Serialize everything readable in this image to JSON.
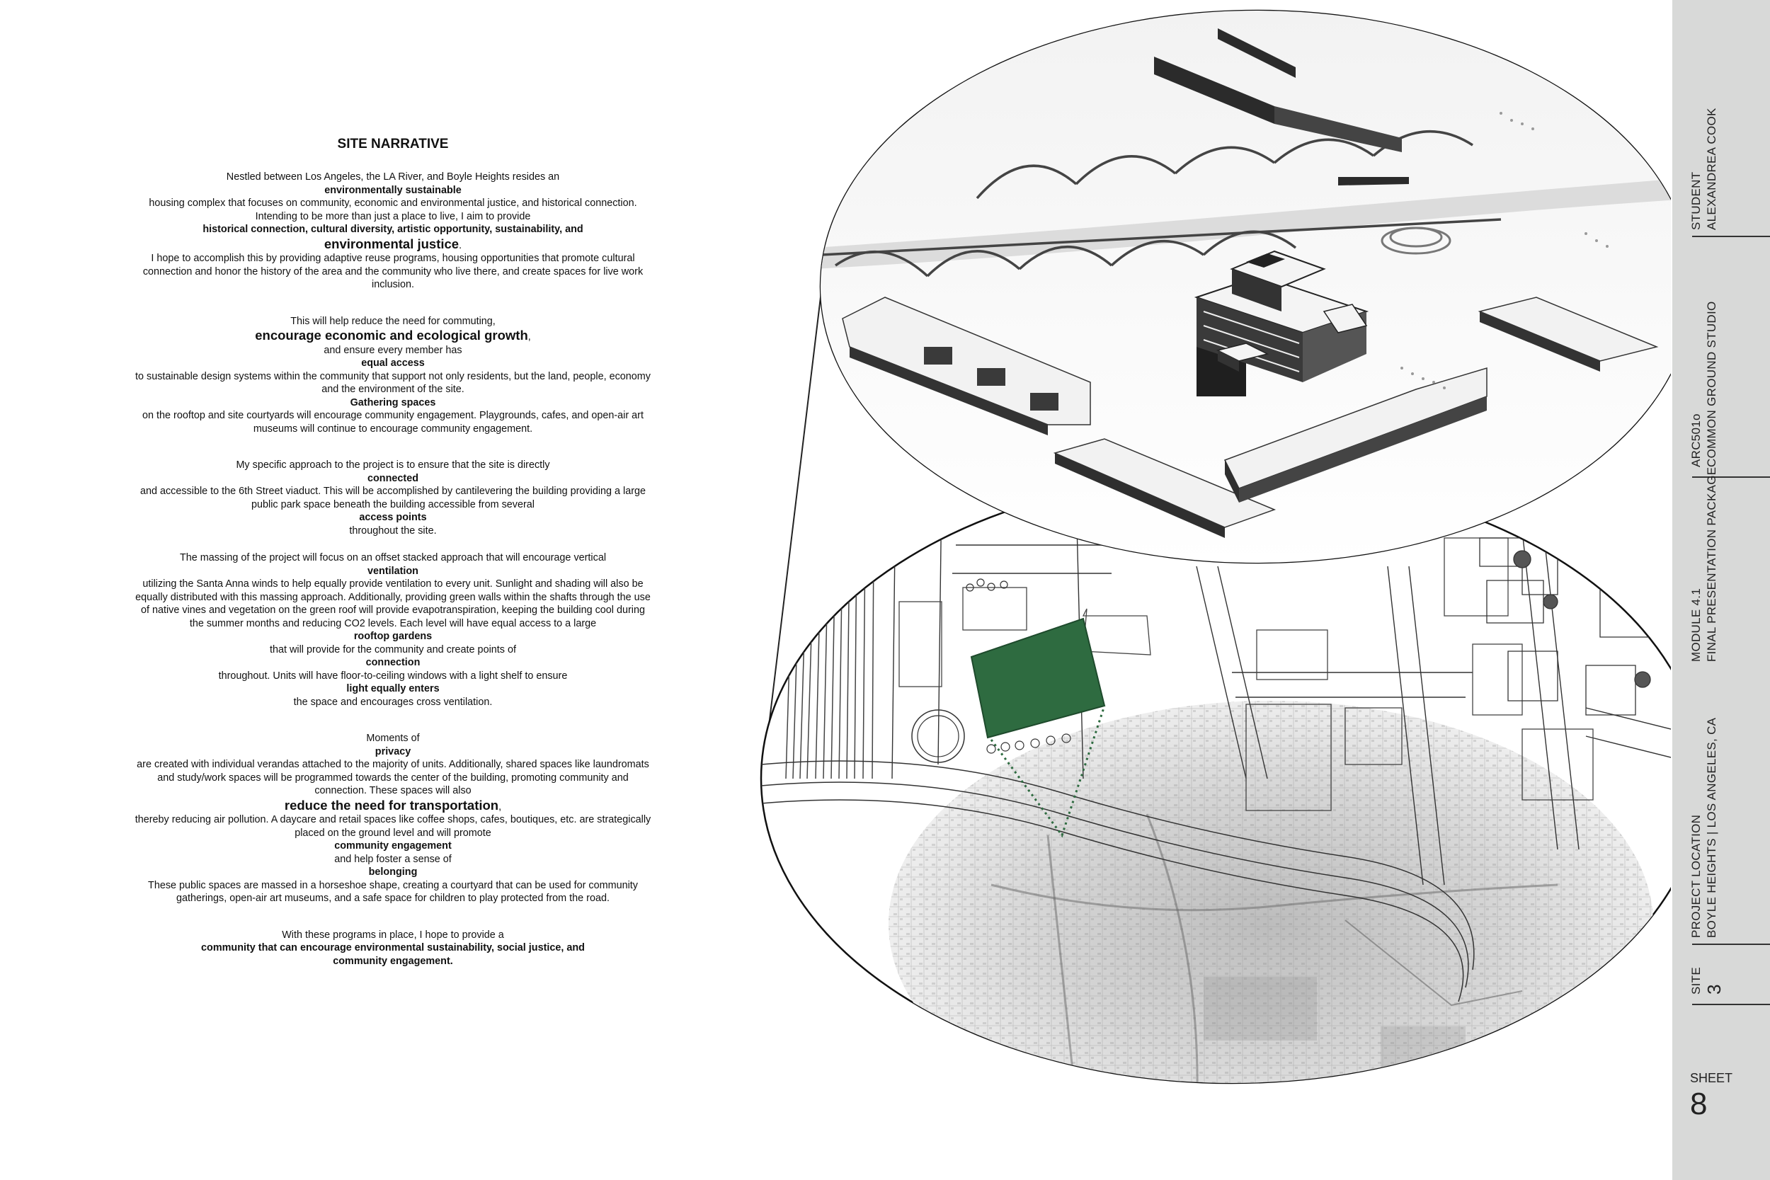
{
  "narrative": {
    "title": "SITE NARRATIVE",
    "p1": {
      "a": "Nestled between Los Angeles, the LA River, and Boyle Heights resides an",
      "b": "environmentally sustainable",
      "c": "housing complex that focuses on community, economic and environmental justice, and historical connection.",
      "d": "Intending to be more than just a place to live, I aim to provide",
      "e1": "historical connection, cultural diversity, artistic opportunity, sustainability, and",
      "e2": "environmental justice",
      "e3": ".",
      "f1": "I hope to accomplish this by providing adaptive reuse programs, housing opportunities that promote cultural",
      "f2": "connection and honor the history of the area and the community who live there, and create spaces for live work",
      "f3": "inclusion."
    },
    "p2": {
      "a": "This will help reduce the need for commuting,",
      "b": "encourage economic and ecological growth",
      "b2": ",",
      "c": "and ensure every member has",
      "d": "equal access",
      "e1": "to sustainable design systems within the community that support not only residents, but the land, people, economy",
      "e2": "and the environment of the site.",
      "f": "Gathering spaces",
      "g1": "on the rooftop and site courtyards will encourage community engagement. Playgrounds, cafes, and open-air art",
      "g2": "museums will continue to encourage community engagement."
    },
    "p3": {
      "a": "My specific approach to the project is to ensure that the site is directly",
      "b": "connected",
      "c1": "and accessible to the 6th Street viaduct. This will be accomplished by cantilevering the building providing a large",
      "c2": "public park space beneath the building accessible from several",
      "d": "access points",
      "e": "throughout the site."
    },
    "p4": {
      "a": "The massing of the project will focus on an offset stacked approach that will encourage vertical",
      "b": "ventilation",
      "c1": "utilizing the Santa Anna winds to help equally provide ventilation to every unit. Sunlight and shading will also be",
      "c2": "equally distributed with this massing approach. Additionally, providing green walls within the shafts through the use",
      "c3": "of native vines and vegetation on the green roof will provide evapotranspiration, keeping the building cool during",
      "c4": "the summer months and reducing CO2 levels. Each level will have equal access to a large",
      "d": "rooftop gardens",
      "e": "that will provide for the community and create points of",
      "f": "connection",
      "g": "throughout. Units will have floor-to-ceiling windows with a light shelf to ensure",
      "h": "light equally enters",
      "i": "the space and encourages cross ventilation."
    },
    "p5": {
      "a": "Moments of",
      "b": "privacy",
      "c1": "are created with individual verandas attached to the majority of units. Additionally, shared spaces like laundromats",
      "c2": "and study/work spaces will be programmed towards the center of the building, promoting community and",
      "c3": "connection. These spaces will also",
      "d": "reduce the need for transportation",
      "d2": ",",
      "e1": "thereby reducing air pollution. A daycare and retail spaces like coffee shops, cafes, boutiques, etc. are strategically",
      "e2": "placed on the ground level and will promote",
      "f": "community engagement",
      "g": "and help foster a sense of",
      "h": "belonging",
      "i1": "These public spaces are massed in a horseshoe shape, creating a courtyard that can be used for community",
      "i2": "gatherings, open-air art museums, and a safe space for children to play protected from the road."
    },
    "p6": {
      "a": "With these programs in place, I hope to provide a",
      "b1": "community that can encourage environmental sustainability, social justice, and",
      "b2": "community engagement."
    }
  },
  "titleblock": {
    "student_label": "STUDENT",
    "student_name": "ALEXANDREA COOK",
    "course_code": "ARC501o",
    "course_name": "COMMON GROUND STUDIO",
    "module_label": "MODULE 4.1",
    "module_name": "FINAL PRESENTATION PACKAGE",
    "location_label": "PROJECT LOCATION",
    "location_name": "BOYLE HEIGHTS | LOS ANGELES, CA",
    "site_label": "SITE",
    "site_num": "3",
    "sheet_label": "SHEET",
    "sheet_num": "8"
  },
  "colors": {
    "site_parcel": "#2e6b40",
    "sidebar_bg": "#d8d9d8"
  }
}
